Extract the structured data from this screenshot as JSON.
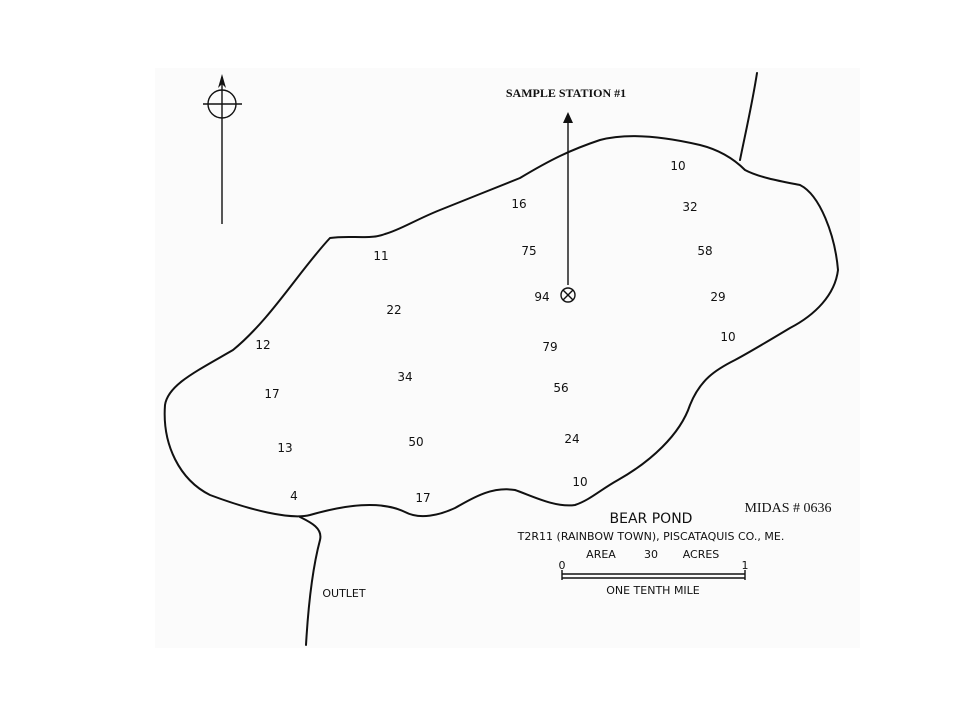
{
  "station": {
    "label": "SAMPLE STATION #1",
    "symbol": "sample-station-marker"
  },
  "compass": {
    "icon": "north-arrow-icon"
  },
  "depths": [
    "10",
    "32",
    "58",
    "29",
    "10",
    "16",
    "75",
    "94",
    "79",
    "56",
    "24",
    "10",
    "11",
    "22",
    "34",
    "50",
    "17",
    "12",
    "17",
    "13",
    "4"
  ],
  "legend": {
    "pond_name": "BEAR POND",
    "midas": "MIDAS # 0636",
    "location": "T2R11 (RAINBOW TOWN), PISCATAQUIS CO., ME.",
    "area_label": "AREA",
    "area_value": "30",
    "area_units": "ACRES",
    "scale_start": "0",
    "scale_end": "1",
    "scale_caption": "ONE TENTH MILE"
  },
  "outlet_label": "OUTLET"
}
